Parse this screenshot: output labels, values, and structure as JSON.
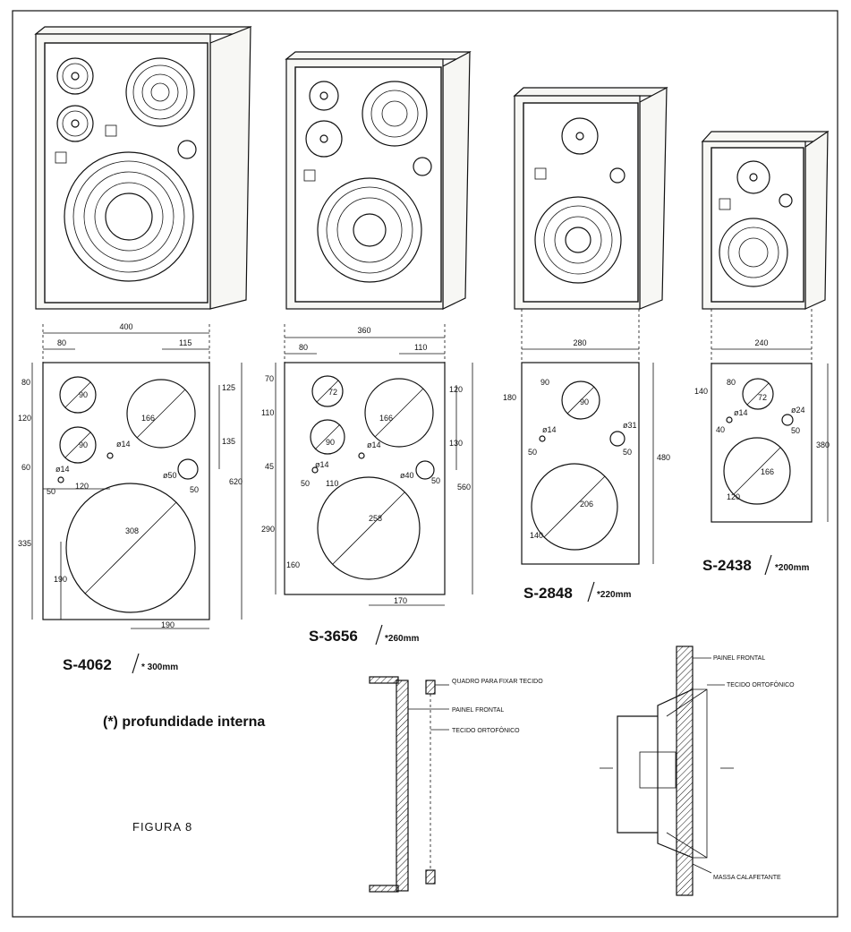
{
  "figure_label": "FIGURA 8",
  "note": "(*) profundidade interna",
  "models": [
    {
      "name": "S-4062",
      "depth": "* 300mm",
      "dims": {
        "width": "400",
        "left": "80",
        "right": "115",
        "r1": "80",
        "r2": "120",
        "r3": "60",
        "r4": "335",
        "hole1": "90",
        "hole2": "90",
        "mid": "166",
        "main": "308",
        "port": "ø50",
        "small": "ø14",
        "small2": "ø14",
        "rt1": "125",
        "rt2": "135",
        "height": "620",
        "b1": "50",
        "b2": "120",
        "b3": "50",
        "b4": "190",
        "b5": "190"
      }
    },
    {
      "name": "S-3656",
      "depth": "*260mm",
      "dims": {
        "width": "360",
        "left": "80",
        "right": "110",
        "r1": "70",
        "r2": "110",
        "r3": "45",
        "r4": "290",
        "hole1": "72",
        "hole2": "90",
        "mid": "166",
        "main": "258",
        "port": "ø40",
        "small": "ø14",
        "small2": "ø14",
        "rt1": "120",
        "rt2": "130",
        "height": "560",
        "b1": "50",
        "b2": "110",
        "b3": "50",
        "b4": "160",
        "b5": "170"
      }
    },
    {
      "name": "S-2848",
      "depth": "*220mm",
      "dims": {
        "width": "280",
        "r1": "90",
        "r2": "180",
        "hole1": "90",
        "main": "206",
        "port": "ø31",
        "small": "ø14",
        "b1": "50",
        "b2": "50",
        "b3": "140",
        "height": "480"
      }
    },
    {
      "name": "S-2438",
      "depth": "*200mm",
      "dims": {
        "width": "240",
        "r1": "80",
        "r2": "140",
        "hole1": "72",
        "main": "166",
        "port": "ø24",
        "small": "ø14",
        "b1": "40",
        "b2": "50",
        "b3": "120",
        "height": "380"
      }
    }
  ],
  "detail_left": {
    "label_frame": "QUADRO PARA FIXAR TECIDO",
    "label_panel": "PAINEL FRONTAL",
    "label_cloth": "TECIDO ORTOFÔNICO"
  },
  "detail_right": {
    "label_panel": "PAINEL FRONTAL",
    "label_cloth": "TECIDO ORTOFÔNICO",
    "label_putty": "MASSA CALAFETANTE"
  }
}
